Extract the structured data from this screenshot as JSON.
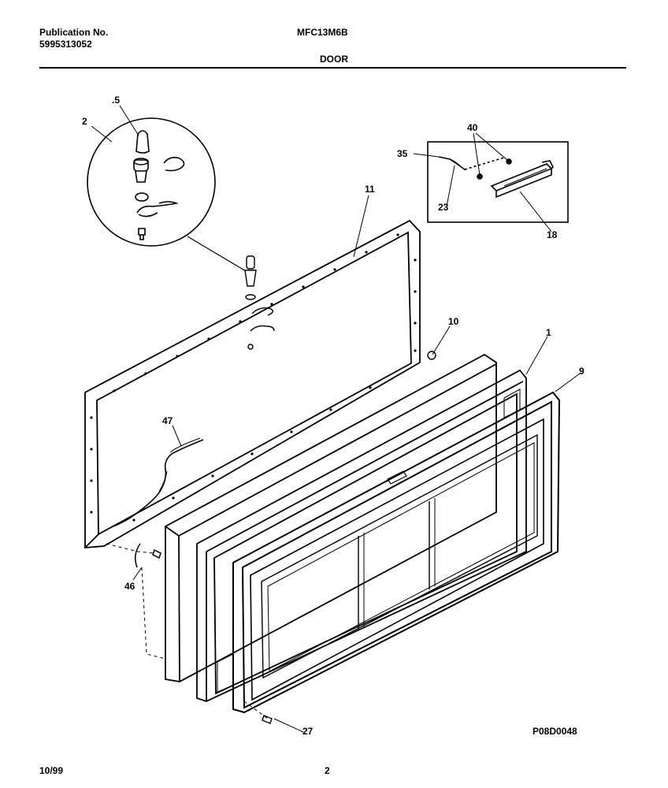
{
  "header": {
    "publication_label": "Publication No.",
    "publication_number": "5995313052",
    "model": "MFC13M6B",
    "section": "DOOR"
  },
  "callouts": {
    "c5": ".5",
    "c2": "2",
    "c11": "11",
    "c40": "40",
    "c35": "35",
    "c23": "23",
    "c18": "18",
    "c10": "10",
    "c1": "1",
    "c9": "9",
    "c47": "47",
    "c46": "46",
    "c27": "27"
  },
  "footer": {
    "drawing_code": "P08D0048",
    "date": "10/99",
    "page": "2"
  }
}
